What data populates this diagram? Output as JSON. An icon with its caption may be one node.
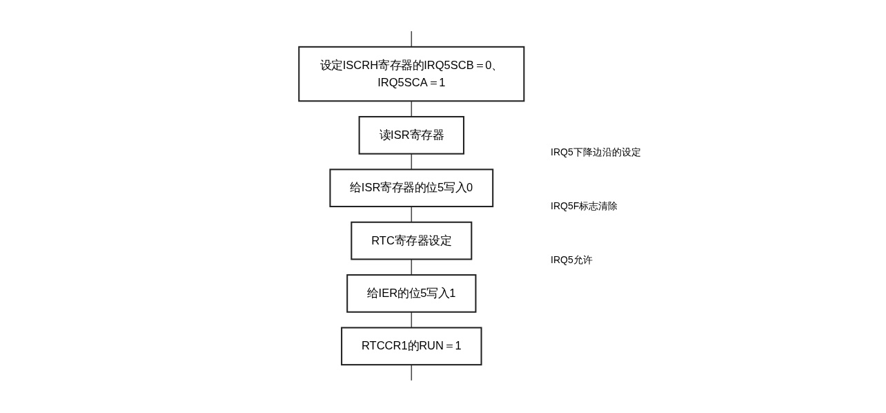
{
  "diagram": {
    "nodes": [
      {
        "text": [
          "设定ISCRH寄存器的IRQ5SCB＝0、IRQ5SCA＝1"
        ]
      },
      {
        "text": [
          "读ISR寄存器"
        ]
      },
      {
        "text": [
          "给ISR寄存器的位5写入0"
        ]
      },
      {
        "text": [
          "RTC寄存器设定"
        ]
      },
      {
        "text": [
          "给IER的位5写入1"
        ]
      },
      {
        "text": [
          "RTCCR1的RUN＝1"
        ]
      }
    ],
    "edges": [
      {
        "from": null,
        "to": 0,
        "arrow": "none"
      },
      {
        "from": 0,
        "to": 1,
        "arrow": "none"
      },
      {
        "from": 1,
        "to": 2,
        "arrow": "none"
      },
      {
        "from": 2,
        "to": 3,
        "arrow": "none"
      },
      {
        "from": 3,
        "to": 4,
        "arrow": "none"
      },
      {
        "from": 4,
        "to": 5,
        "arrow": "none"
      },
      {
        "from": 5,
        "to": null,
        "arrow": "none"
      }
    ],
    "labels": [
      "IRQ5下降边沿的设定",
      "IRQ5F标志清除",
      "IRQ5允许"
    ]
  }
}
